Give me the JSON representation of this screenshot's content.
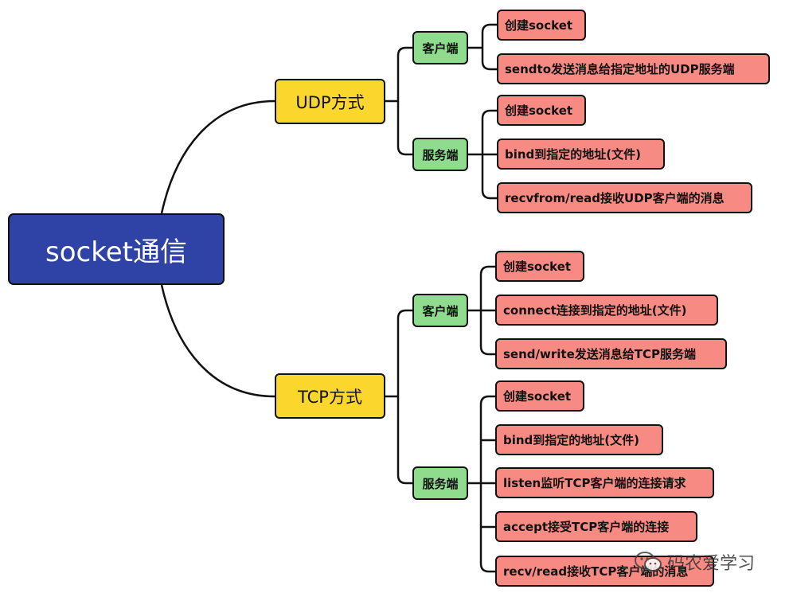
{
  "root": {
    "label": "socket通信"
  },
  "udp": {
    "label": "UDP方式",
    "client": {
      "label": "客户端",
      "steps": [
        "创建socket",
        "sendto发送消息给指定地址的UDP服务端"
      ]
    },
    "server": {
      "label": "服务端",
      "steps": [
        "创建socket",
        "bind到指定的地址(文件)",
        "recvfrom/read接收UDP客户端的消息"
      ]
    }
  },
  "tcp": {
    "label": "TCP方式",
    "client": {
      "label": "客户端",
      "steps": [
        "创建socket",
        "connect连接到指定的地址(文件)",
        "send/write发送消息给TCP服务端"
      ]
    },
    "server": {
      "label": "服务端",
      "steps": [
        "创建socket",
        "bind到指定的地址(文件)",
        "listen监听TCP客户端的连接请求",
        "accept接受TCP客户端的连接",
        "recv/read接收TCP客户端的消息"
      ]
    }
  },
  "watermark": {
    "label": "码农爱学习",
    "icon": "wechat-icon"
  }
}
